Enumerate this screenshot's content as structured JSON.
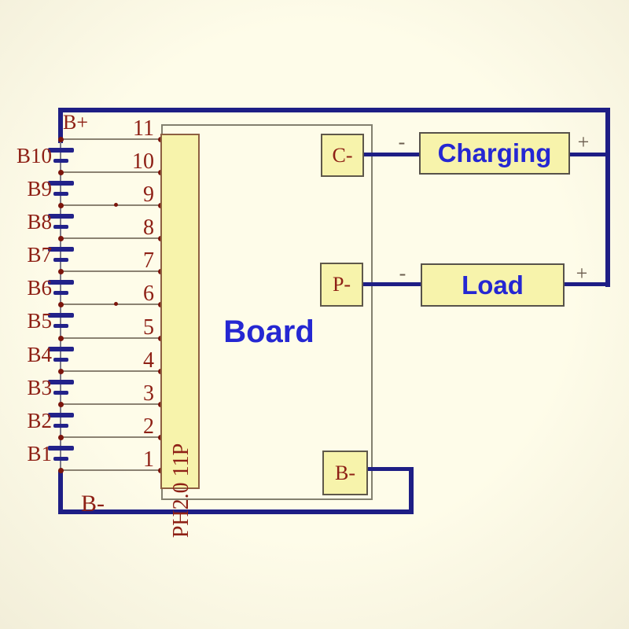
{
  "board": {
    "label": "Board",
    "connector_label": "PH2.0 11P"
  },
  "pins": [
    "11",
    "10",
    "9",
    "8",
    "7",
    "6",
    "5",
    "4",
    "3",
    "2",
    "1"
  ],
  "batteries": [
    "B10",
    "B9",
    "B8",
    "B7",
    "B6",
    "B5",
    "B4",
    "B3",
    "B2",
    "B1"
  ],
  "terminals": {
    "charge_minus": "C-",
    "pack_minus": "P-",
    "battery_minus": "B-"
  },
  "devices": {
    "charging": "Charging",
    "load": "Load"
  },
  "polarity": {
    "minus": "-",
    "plus": "+"
  },
  "net_labels": {
    "b_plus": "B+",
    "b_minus": "B-"
  },
  "colors": {
    "background": "#fefce9",
    "wire_blue": "#1e1e85",
    "label_maroon": "#8e2015",
    "device_text_blue": "#2527d2",
    "box_fill_yellow": "#f7f3ab",
    "sense_wire_gray": "#8b8272",
    "junction_dot_red": "#7c150c",
    "polarity_sign_gray": "#6b5d4e"
  }
}
